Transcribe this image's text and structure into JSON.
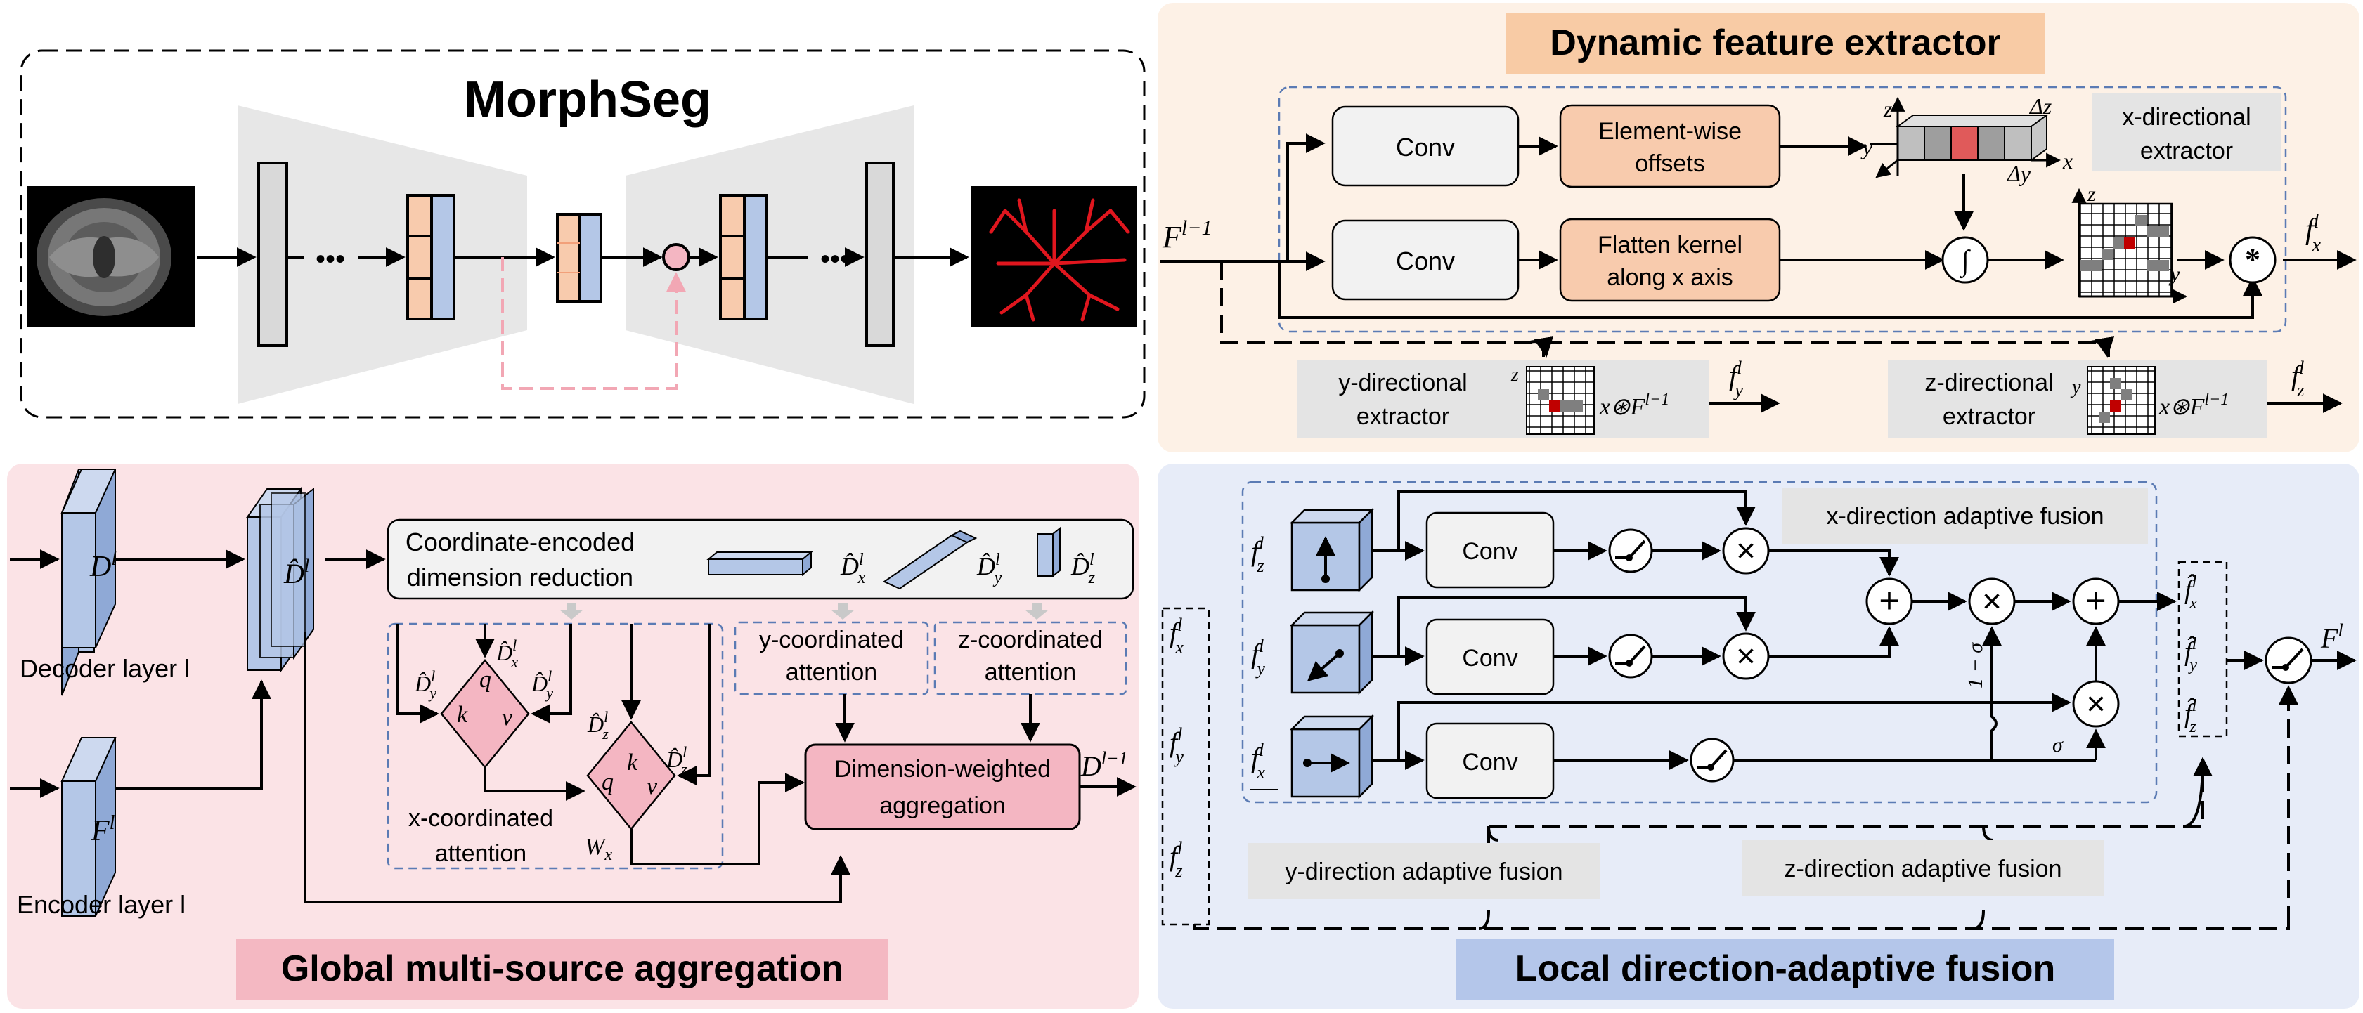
{
  "morphseg": {
    "title": "MorphSeg",
    "dots": "•••"
  },
  "dynamic": {
    "title": "Dynamic feature extractor",
    "input": "F",
    "input_sup": "l−1",
    "conv1": "Conv",
    "conv2": "Conv",
    "offsets_line1": "Element-wise",
    "offsets_line2": "offsets",
    "flatten_line1": "Flatten kernel",
    "flatten_line2": "along x axis",
    "integral": "∫",
    "x_extractor_line1": "x-directional",
    "x_extractor_line2": "extractor",
    "y_extractor_line1": "y-directional",
    "y_extractor_line2": "extractor",
    "z_extractor_line1": "z-directional",
    "z_extractor_line2": "extractor",
    "axis_x": "x",
    "axis_y": "y",
    "axis_z": "z",
    "delta_z": "Δz",
    "delta_y": "Δy",
    "conv_op": "x⊛F",
    "conv_op_sup": "l−1",
    "out_fx": "f",
    "out_fy": "f",
    "out_fz": "f",
    "sup_l": "l",
    "sub_x": "x",
    "sub_y": "y",
    "sub_z": "z"
  },
  "global": {
    "title": "Global multi-source aggregation",
    "decoder_label": "Decoder layer l",
    "encoder_label": "Encoder layer l",
    "D": "D",
    "F": "F",
    "Dhat": "D̂",
    "sup_l": "l",
    "coord_line1": "Coordinate-encoded",
    "coord_line2": "dimension reduction",
    "dx": "D̂",
    "dy": "D̂",
    "dz": "D̂",
    "sub_x": "x",
    "sub_y": "y",
    "sub_z": "z",
    "q": "q",
    "k": "k",
    "v": "v",
    "wx": "W",
    "xcoord_line1": "x-coordinated",
    "xcoord_line2": "attention",
    "ycoord_line1": "y-coordinated",
    "ycoord_line2": "attention",
    "zcoord_line1": "z-coordinated",
    "zcoord_line2": "attention",
    "agg_line1": "Dimension-weighted",
    "agg_line2": "aggregation",
    "output": "D",
    "output_sup": "l−1"
  },
  "local": {
    "title": "Local direction-adaptive fusion",
    "conv": "Conv",
    "xfusion": "x-direction adaptive fusion",
    "yfusion": "y-direction adaptive fusion",
    "zfusion": "z-direction adaptive fusion",
    "f": "f",
    "fhat": "f̂",
    "sup_l": "l",
    "sub_x": "x",
    "sub_y": "y",
    "sub_z": "z",
    "one_minus_sigma": "1 − σ",
    "sigma": "σ",
    "out": "F",
    "out_sup": "l",
    "times": "×",
    "plus": "+"
  },
  "colors": {
    "orange_panel": "#fdf1e6",
    "pink_panel": "#fbe3e6",
    "blue_panel": "#e7ecf8",
    "orange_box": "#f8cbad",
    "pink_box": "#f4b6c2",
    "blue_block": "#b4c7e7",
    "title_orange": "#f8cba5",
    "title_pink": "#f4b8c2",
    "title_blue": "#b4c6ea"
  }
}
